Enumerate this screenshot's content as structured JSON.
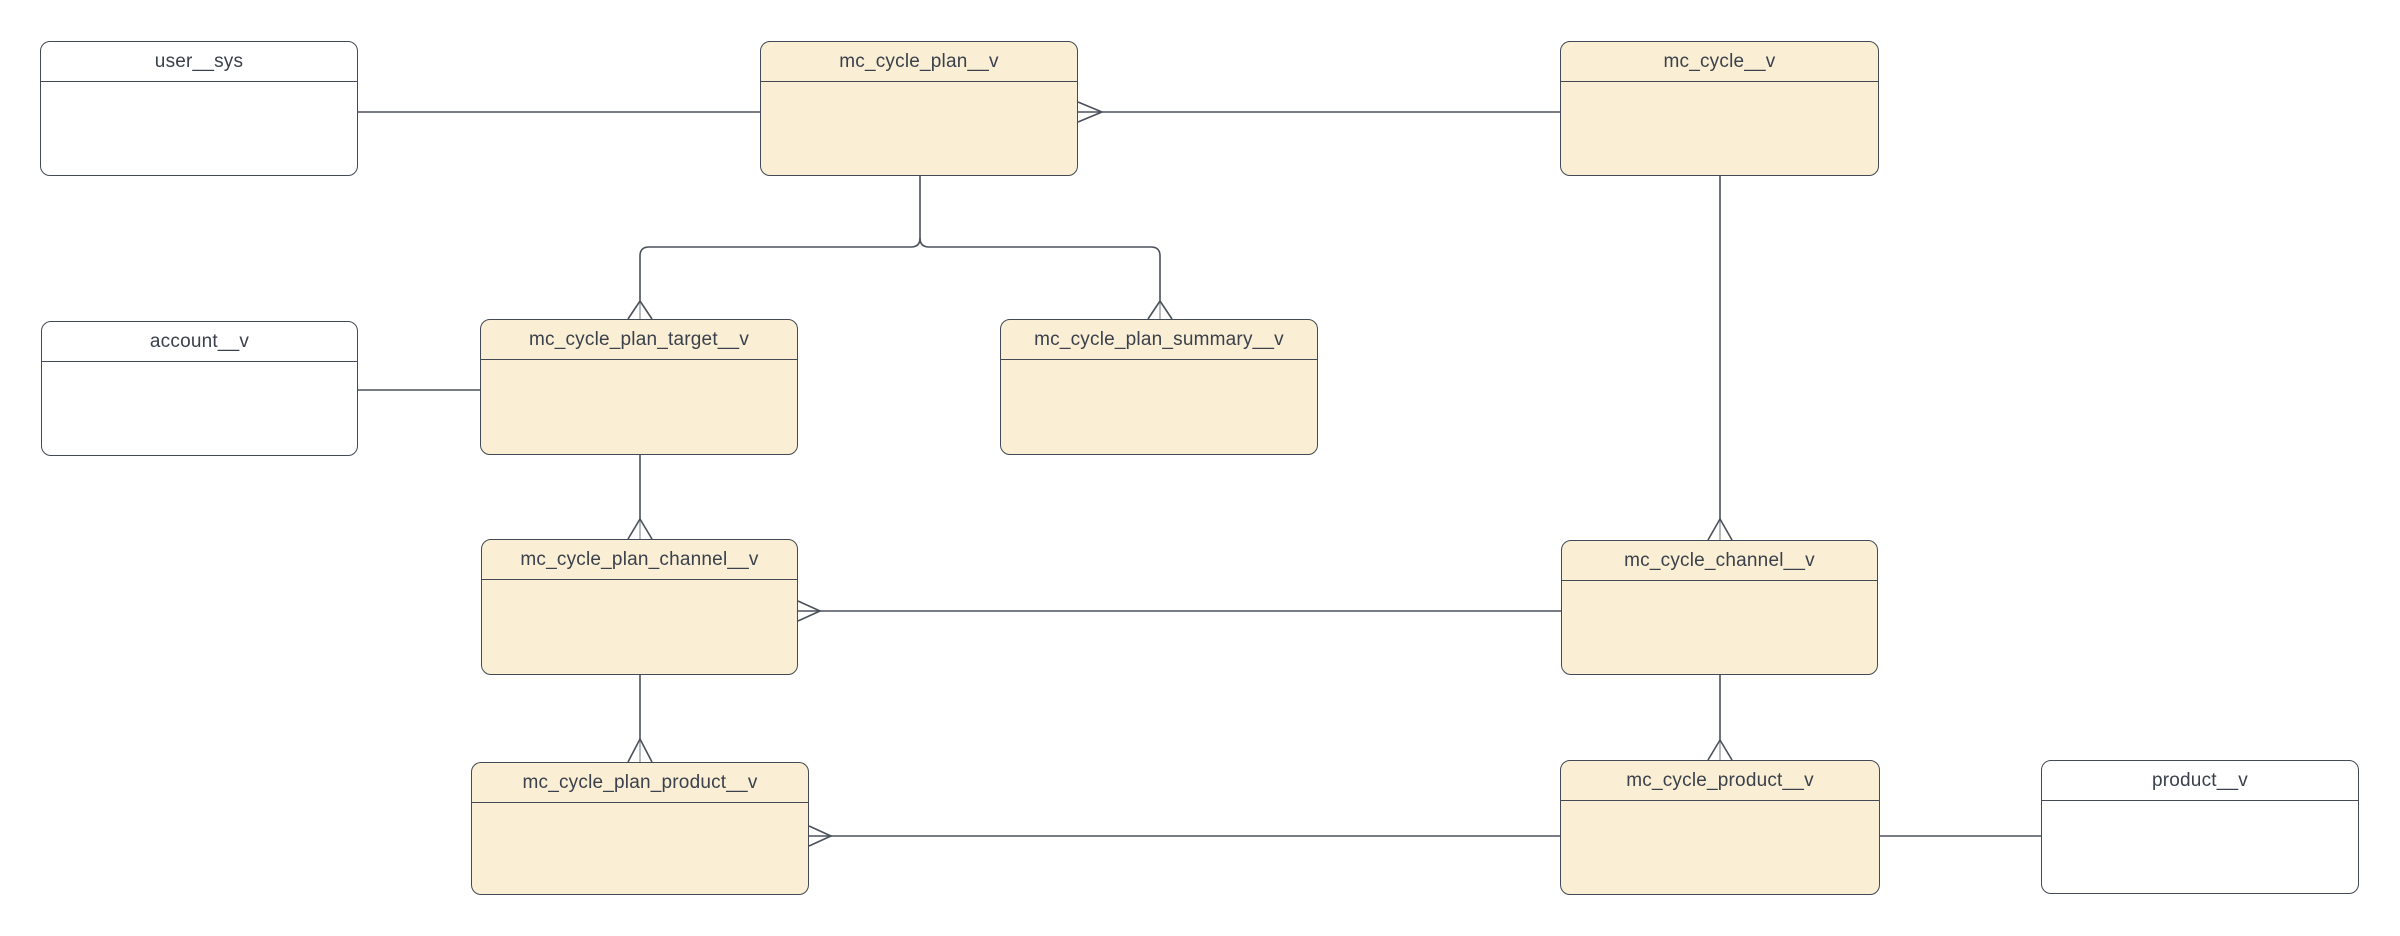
{
  "diagram": {
    "type": "entity-relationship",
    "background": "#ffffff",
    "colors": {
      "entity_fill_accent": "#faefd4",
      "entity_fill_plain": "#ffffff",
      "entity_border": "#434a55",
      "title_text": "#3a404c",
      "connector": "#4b515b",
      "crow_foot_center": "#9a9da2"
    },
    "entities": [
      {
        "id": "user__sys",
        "name": "user__sys",
        "style": "plain"
      },
      {
        "id": "mc_cycle_plan__v",
        "name": "mc_cycle_plan__v",
        "style": "accent"
      },
      {
        "id": "mc_cycle__v",
        "name": "mc_cycle__v",
        "style": "accent"
      },
      {
        "id": "account__v",
        "name": "account__v",
        "style": "plain"
      },
      {
        "id": "mc_cycle_plan_target__v",
        "name": "mc_cycle_plan_target__v",
        "style": "accent"
      },
      {
        "id": "mc_cycle_plan_summary__v",
        "name": "mc_cycle_plan_summary__v",
        "style": "accent"
      },
      {
        "id": "mc_cycle_plan_channel__v",
        "name": "mc_cycle_plan_channel__v",
        "style": "accent"
      },
      {
        "id": "mc_cycle_channel__v",
        "name": "mc_cycle_channel__v",
        "style": "accent"
      },
      {
        "id": "mc_cycle_plan_product__v",
        "name": "mc_cycle_plan_product__v",
        "style": "accent"
      },
      {
        "id": "mc_cycle_product__v",
        "name": "mc_cycle_product__v",
        "style": "accent"
      },
      {
        "id": "product__v",
        "name": "product__v",
        "style": "plain"
      }
    ],
    "relationships": [
      {
        "from": "user__sys",
        "to": "mc_cycle_plan__v",
        "marker": "none"
      },
      {
        "from": "mc_cycle_plan__v",
        "to": "mc_cycle__v",
        "marker": "open-arrow-at-source"
      },
      {
        "from": "mc_cycle_plan__v",
        "to": "mc_cycle_plan_target__v",
        "marker": "crows-foot-at-target"
      },
      {
        "from": "mc_cycle_plan__v",
        "to": "mc_cycle_plan_summary__v",
        "marker": "crows-foot-at-target"
      },
      {
        "from": "account__v",
        "to": "mc_cycle_plan_target__v",
        "marker": "none"
      },
      {
        "from": "mc_cycle_plan_target__v",
        "to": "mc_cycle_plan_channel__v",
        "marker": "crows-foot-at-target"
      },
      {
        "from": "mc_cycle_plan_channel__v",
        "to": "mc_cycle_channel__v",
        "marker": "open-arrow-at-source"
      },
      {
        "from": "mc_cycle__v",
        "to": "mc_cycle_channel__v",
        "marker": "crows-foot-at-target"
      },
      {
        "from": "mc_cycle_plan_channel__v",
        "to": "mc_cycle_plan_product__v",
        "marker": "crows-foot-at-target"
      },
      {
        "from": "mc_cycle_channel__v",
        "to": "mc_cycle_product__v",
        "marker": "crows-foot-at-target"
      },
      {
        "from": "mc_cycle_plan_product__v",
        "to": "mc_cycle_product__v",
        "marker": "open-arrow-at-source"
      },
      {
        "from": "mc_cycle_product__v",
        "to": "product__v",
        "marker": "none"
      }
    ]
  }
}
